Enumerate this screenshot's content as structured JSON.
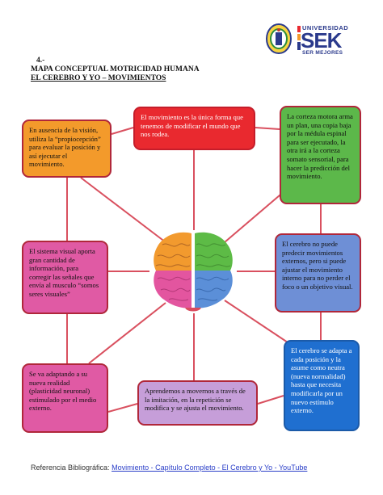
{
  "header": {
    "number": "4.-",
    "title": "MAPA CONCEPTUAL MOTRICIDAD HUMANA",
    "subtitle": "EL CEREBRO Y YO – MOVIMIENTOS"
  },
  "logo": {
    "line1": "UNIVERSIDAD",
    "line2": "SEK",
    "line3": "SER MEJORES"
  },
  "boxes": {
    "vision": "En ausencia de la visión, utiliza la “propiocepción” para evaluar la posición y así ejecutar el movimiento.",
    "movimiento": "El movimiento es la única forma que tenemos de modificar el mundo que nos rodea.",
    "corteza": "La corteza motora arma un plan, una copia baja por la médula espinal para ser ejecutado, la otra irá a la corteza somato sensorial, para hacer la predicción del movimiento.",
    "visual": "El sistema visual aporta gran cantidad de información, para corregir las señales que envía al musculo “somos seres visuales”",
    "predecir": "El cerebro no puede predecir movimientos externos, pero si puede ajustar el movimiento interno para no perder el foco o un objetivo visual.",
    "plasticidad": "Se va adaptando a su nueva realidad (plasticidad neuronal) estimulado por el medio externo.",
    "repeticion": "Aprendemos a movernos a través de la imitación, en la repetición se modifica y se ajusta el movimiento.",
    "adapta": "El cerebro se adapta a cada posición y la asume como neutra (nueva normalidad) hasta que necesita modificarla por un nuevo estímulo externo."
  },
  "reference": {
    "label": "Referencia Bibliográfica:",
    "link": "Movimiento - Capítulo Completo - El Cerebro y Yo - YouTube"
  },
  "colors": {
    "connector": "#d9505f",
    "orange": "#f39a2b",
    "red": "#e9292f",
    "green": "#5cb84a",
    "pink": "#e05aa4",
    "blue": "#6e8fd6",
    "lavender": "#c69ed9",
    "darkblue": "#1f6fd0"
  }
}
